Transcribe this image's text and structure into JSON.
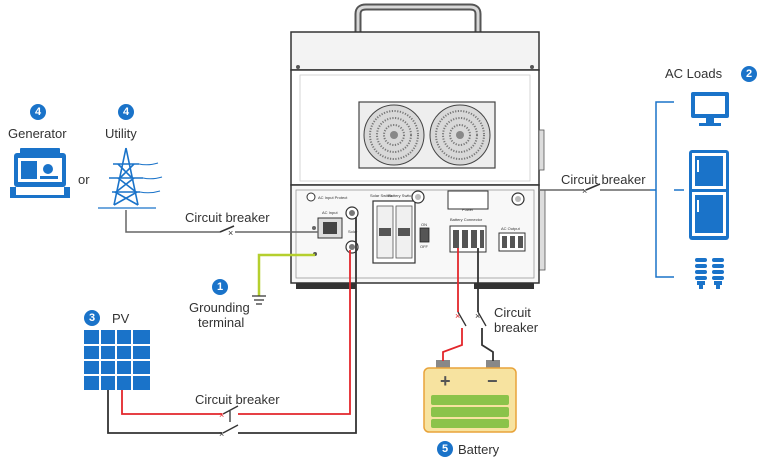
{
  "labels": {
    "generator": "Generator",
    "or": "or",
    "utility": "Utility",
    "ac_loads": "AC Loads",
    "circuit_breaker_ac_out": "Circuit breaker",
    "circuit_breaker_ac_in": "Circuit breaker",
    "grounding_line1": "Grounding",
    "grounding_line2": "terminal",
    "pv": "PV",
    "circuit_breaker_pv": "Circuit breaker",
    "circuit_breaker_batt_line1": "Circuit",
    "circuit_breaker_batt_line2": "breaker",
    "battery": "Battery",
    "battery_plus": "+",
    "battery_minus": "−"
  },
  "badges": {
    "grounding": "1",
    "ac_loads": "2",
    "pv": "3",
    "generator": "4",
    "utility": "4",
    "battery": "5"
  },
  "panel_text": {
    "ac_input": "AC Input",
    "solar": "Solar",
    "solar_switch": "Solar Switch",
    "battery_switch": "Battery Switch",
    "on": "ON",
    "off": "OFF",
    "ac_input_protect": "AC Input Protect",
    "power": "Power",
    "battery_connector": "Battery Connector",
    "ac_output": "AC Output"
  },
  "colors": {
    "badge_blue": "#1a73c9",
    "icon_blue": "#1a73c9",
    "wire_red": "#e3262b",
    "wire_black": "#333333",
    "wire_gray": "#666666",
    "ground_green": "#b5cf2e",
    "battery_green": "#8bc34a",
    "battery_body": "#f7e3a0",
    "battery_outline": "#e8a33a"
  }
}
